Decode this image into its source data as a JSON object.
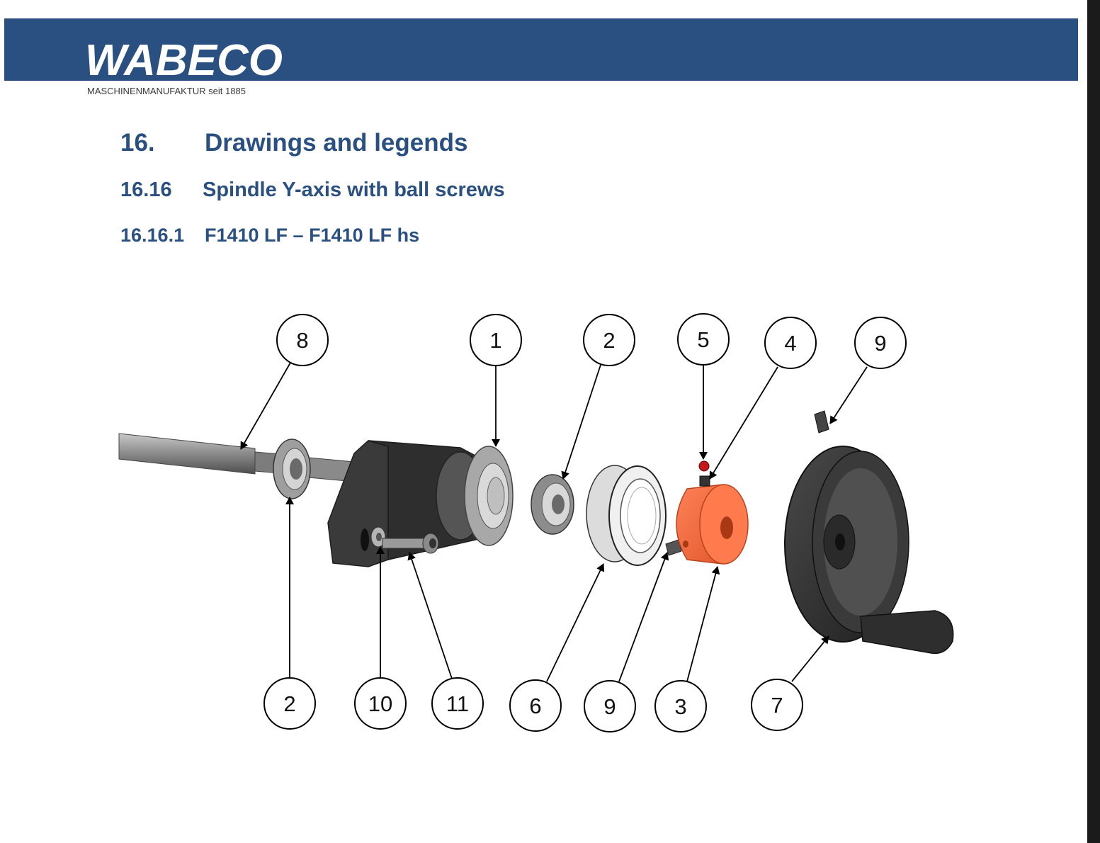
{
  "header": {
    "logo_text": "WABECO",
    "tagline": "MASCHINENMANUFAKTUR seit 1885",
    "banner_color": "#2a5082"
  },
  "section": {
    "number": "16.",
    "title": "Drawings and legends"
  },
  "subsection": {
    "number": "16.16",
    "title": "Spindle Y-axis with ball screws"
  },
  "subsubsection": {
    "number": "16.16.1",
    "title": "F1410 LF – F1410 LF hs"
  },
  "callouts": {
    "c8_top": "8",
    "c1_top": "1",
    "c2_top": "2",
    "c5_top": "5",
    "c4_top": "4",
    "c9_top": "9",
    "c2_bottom": "2",
    "c10_bottom": "10",
    "c11_bottom": "11",
    "c6_bottom": "6",
    "c9_bottom": "9",
    "c3_bottom": "3",
    "c7_bottom": "7"
  },
  "colors": {
    "heading": "#2a5082",
    "nut_part": "#f26a3e",
    "part_gray": "#9a9a9a",
    "part_dark": "#2e2e2e"
  }
}
